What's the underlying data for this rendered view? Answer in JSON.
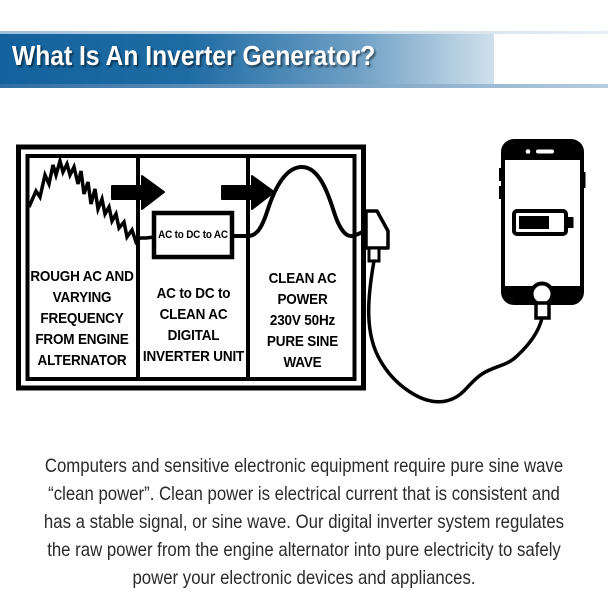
{
  "header": {
    "title": "What Is An Inverter Generator?"
  },
  "diagram": {
    "stage1_label": "ROUGH AC AND\nVARYING\nFREQUENCY\nFROM ENGINE\nALTERNATOR",
    "stage2_label": "AC to DC to\nCLEAN AC\nDIGITAL\nINVERTER UNIT",
    "stage3_label": "CLEAN AC\nPOWER\n230V 50Hz\nPURE SINE\nWAVE",
    "inverter_box_label": "AC to DC to AC",
    "battery_level_percent": 60,
    "icons": {
      "rough-wave-icon": "jagged-irregular-waveform-line",
      "arrow-right-icon": "solid-black-right-arrow",
      "sine-wave-icon": "smooth-sine-hump-line",
      "power-plug-icon": "plug-head-outline",
      "charging-cable-icon": "curved-cable-line",
      "smartphone-icon": "phone-outline-with-bezels",
      "battery-icon": "horizontal-battery-partially-filled",
      "camera-icon": "small-dot",
      "speaker-icon": "rounded-slot-bar",
      "home-button-icon": "ring-circle"
    }
  },
  "caption": {
    "text": "Computers and sensitive electronic equipment require pure sine wave\n“clean power”. Clean power is electrical current that is consistent and\nhas a stable signal, or sine wave. Our digital inverter system regulates\nthe raw power from the engine alternator into pure electricity to safely\npower your electronic devices and appliances."
  },
  "colors": {
    "banner_gradient_start": "#14629d",
    "banner_gradient_end": "#cfe0ec",
    "banner_bottom_strip": "#2e6da3",
    "title_text": "#ffffff",
    "diagram_ink": "#000000",
    "caption_text": "#2b2b2b",
    "background": "#ffffff"
  }
}
